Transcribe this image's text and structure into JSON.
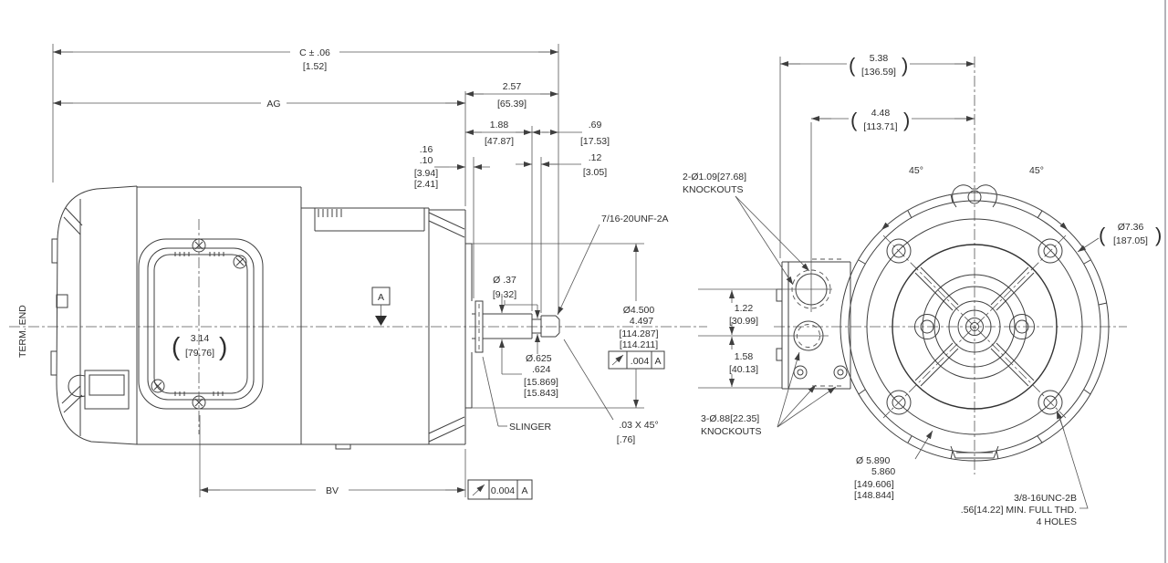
{
  "drawing": {
    "description": "Motor outline dimension drawing, side view and shaft-end view",
    "line_color": "#3f3f3f",
    "text_color": "#2e2e2e"
  },
  "symbols": {
    "open_paren": "(",
    "close_paren": ")",
    "datum": "A"
  },
  "side_view": {
    "term_end": "TERM. END",
    "cover_dim": {
      "in": "3.14",
      "mm": "[79.76]"
    },
    "dim_c": {
      "in": "C ± .06",
      "mm": "[1.52]"
    },
    "dim_ag": "AG",
    "dim_bv": "BV",
    "dim_257": {
      "in": "2.57",
      "mm": "[65.39]"
    },
    "dim_188": {
      "in": "1.88",
      "mm": "[47.87]"
    },
    "dim_69": {
      "in": ".69",
      "mm": "[17.53]"
    },
    "dim_12": {
      "in": ".12",
      "mm": "[3.05]"
    },
    "dim_16_10": {
      "in1": ".16",
      "in2": ".10",
      "mm1": "[3.94]",
      "mm2": "[2.41]"
    },
    "thread_callout": "7/16-20UNF-2A",
    "dim_shaft_minor": {
      "in": "Ø .37",
      "mm": "[9.32]"
    },
    "dim_pilot": {
      "in1": "Ø4.500",
      "in2": "4.497",
      "mm1": "[114.287]",
      "mm2": "[114.211]"
    },
    "fcf_pilot": {
      "tol": ".004",
      "datum": "A"
    },
    "dim_shaft": {
      "in1": "Ø.625",
      "in2": ".624",
      "mm1": "[15.869]",
      "mm2": "[15.843]"
    },
    "slinger_label": "SLINGER",
    "chamfer": {
      "in": ".03  X 45°",
      "mm": "[.76]"
    },
    "fcf_bv": {
      "tol": "0.004",
      "datum": "A"
    }
  },
  "end_view": {
    "dim_538": {
      "in": "5.38",
      "mm": "[136.59]"
    },
    "dim_448": {
      "in": "4.48",
      "mm": "[113.71]"
    },
    "angle_left": "45°",
    "angle_right": "45°",
    "knockouts_top": {
      "line1": "2-Ø1.09[27.68]",
      "line2": "KNOCKOUTS"
    },
    "dim_od": {
      "in": "Ø7.36",
      "mm": "[187.05]"
    },
    "dim_122": {
      "in": "1.22",
      "mm": "[30.99]"
    },
    "dim_158": {
      "in": "1.58",
      "mm": "[40.13]"
    },
    "knockouts_bottom": {
      "line1": "3-Ø.88[22.35]",
      "line2": "KNOCKOUTS"
    },
    "dim_face": {
      "in1": "Ø 5.890",
      "in2": "5.860",
      "mm1": "[149.606]",
      "mm2": "[148.844]"
    },
    "tapped_holes": {
      "line1": "3/8-16UNC-2B",
      "line2": ".56[14.22] MIN. FULL THD.",
      "line3": "4 HOLES"
    }
  }
}
